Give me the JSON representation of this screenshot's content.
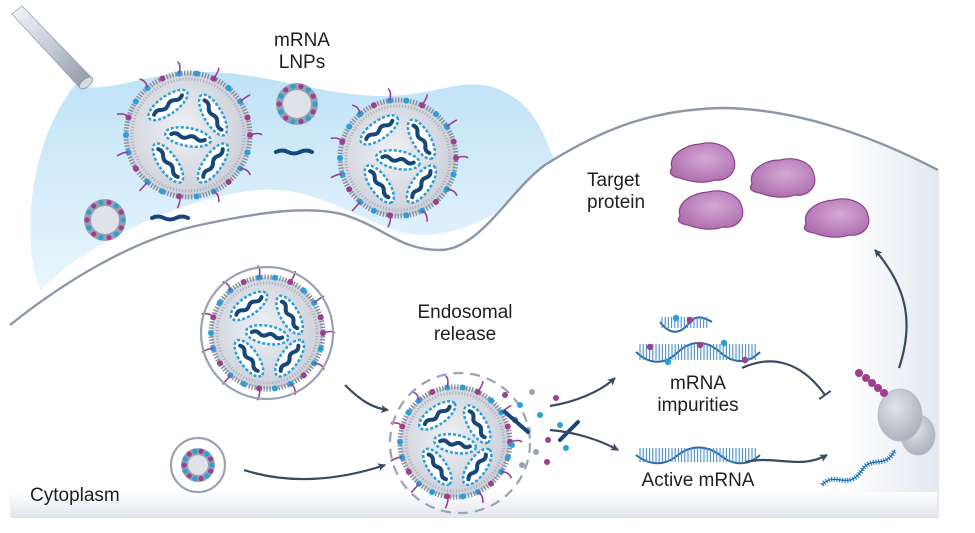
{
  "figure": {
    "type": "schematic",
    "subject": "mRNA lipid nanoparticle delivery and translation"
  },
  "labels": {
    "lnps": [
      "mRNA",
      "LNPs"
    ],
    "target_protein": [
      "Target",
      "protein"
    ],
    "endosomal_release": [
      "Endosomal",
      "release"
    ],
    "mrna_impurities": [
      "mRNA",
      "impurities"
    ],
    "active_mrna": "Active mRNA",
    "cytoplasm": "Cytoplasm"
  },
  "colors": {
    "extracellular_fluid": "#cfe9f8",
    "cell_interior": "#ffffff",
    "membrane": "#8d97a8",
    "arrow": "#3a4a62",
    "lipid_blue": "#2b9fd8",
    "peg_magenta": "#9c3f8f",
    "mrna_navy": "#17467a",
    "protein": "#b67bb8",
    "ribosome": "#c9ccd6"
  },
  "elements": {
    "large_lnps_in_fluid": 2,
    "small_lnps_in_fluid": 2,
    "free_mrna_in_fluid": 2,
    "target_proteins": 4,
    "endosomes": 2
  },
  "flow": [
    {
      "from": "endosome-large",
      "to": "endosomal-release",
      "type": "arrow"
    },
    {
      "from": "endosome-small",
      "to": "endosomal-release",
      "type": "arrow"
    },
    {
      "from": "endosomal-release",
      "to": "mrna-impurities",
      "type": "arrow"
    },
    {
      "from": "endosomal-release",
      "to": "active-mrna",
      "type": "arrow"
    },
    {
      "from": "mrna-impurities",
      "to": "ribosome",
      "type": "inhibition"
    },
    {
      "from": "active-mrna",
      "to": "ribosome",
      "type": "arrow"
    },
    {
      "from": "ribosome",
      "to": "target-protein",
      "type": "arrow"
    }
  ]
}
